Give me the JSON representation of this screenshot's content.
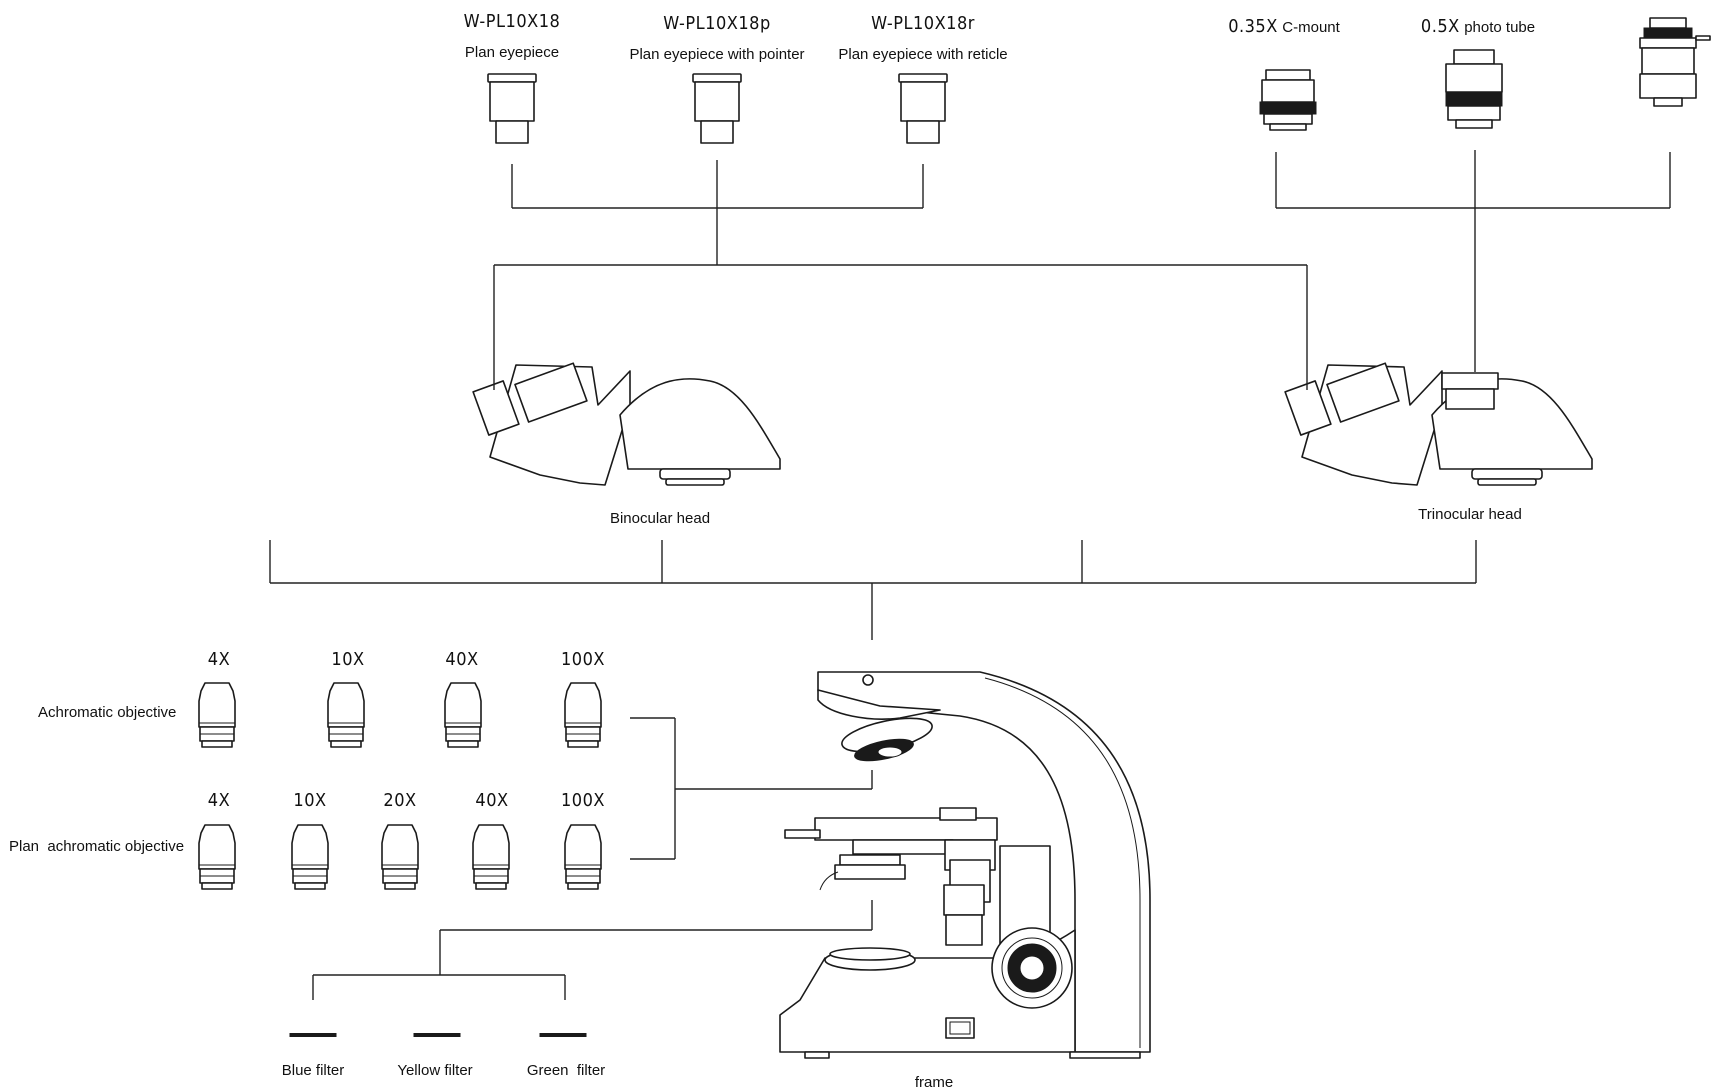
{
  "eyepieces": [
    {
      "code": "W-PL10X18",
      "name": "Plan eyepiece"
    },
    {
      "code": "W-PL10X18p",
      "name": "Plan eyepiece with pointer"
    },
    {
      "code": "W-PL10X18r",
      "name": "Plan eyepiece with reticle"
    }
  ],
  "camera_adapters": [
    {
      "mag": "0.35X",
      "name": "C-mount"
    },
    {
      "mag": "0.5X",
      "name": "photo tube"
    },
    {
      "mag": "",
      "name": ""
    }
  ],
  "heads": {
    "binocular": "Binocular head",
    "trinocular": "Trinocular head"
  },
  "objectives": {
    "achromatic": {
      "label": "Achromatic objective",
      "mags": [
        "4X",
        "10X",
        "40X",
        "100X"
      ]
    },
    "plan_achromatic": {
      "label": "Plan  achromatic objective",
      "mags": [
        "4X",
        "10X",
        "20X",
        "40X",
        "100X"
      ]
    }
  },
  "filters": [
    "Blue filter",
    "Yellow filter",
    "Green  filter"
  ],
  "frame_label": "frame"
}
